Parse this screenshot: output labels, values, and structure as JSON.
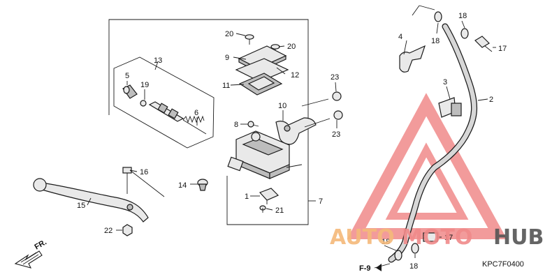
{
  "callouts": {
    "p1": "1",
    "p2": "2",
    "p3": "3",
    "p4": "4",
    "p5": "5",
    "p6": "6",
    "p7": "7",
    "p8": "8",
    "p9": "9",
    "p10": "10",
    "p11": "11",
    "p12": "12",
    "p13": "13",
    "p14": "14",
    "p15": "15",
    "p16": "16",
    "p17a": "17",
    "p17b": "17",
    "p18a": "18",
    "p18b": "18",
    "p18c": "18",
    "p18d": "18",
    "p19": "19",
    "p20a": "20",
    "p20b": "20",
    "p21": "21",
    "p22": "22",
    "p23a": "23",
    "p23b": "23"
  },
  "front_indicator": "FR.",
  "ref_label": "F-9",
  "diagram_code": "KPC7F0400",
  "watermark": {
    "text_auto": "AUTO",
    "text_moto": "MOTO",
    "text_hub": "HUB",
    "color_primary": "#f08a8a",
    "color_accent": "#f5b97a",
    "color_dark": "#555555"
  }
}
